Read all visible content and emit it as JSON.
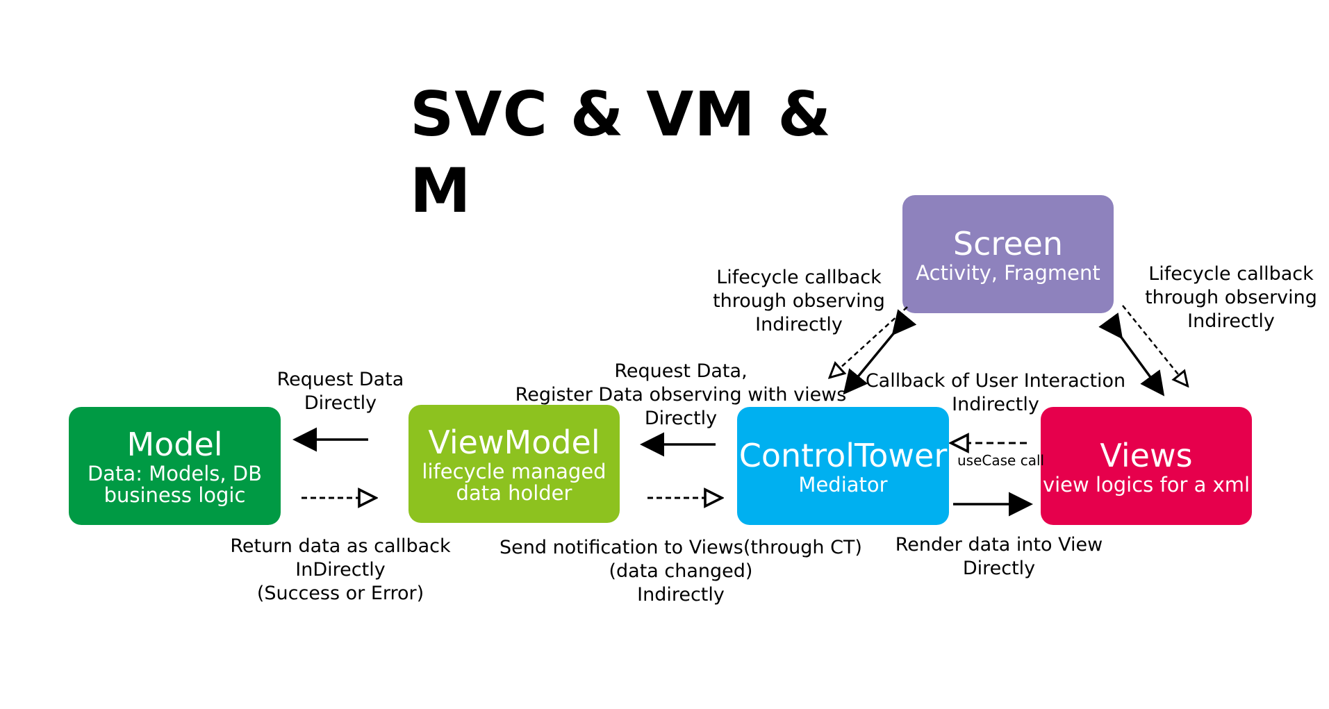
{
  "title": "SVC & VM & M",
  "colors": {
    "screen": "#8e82bd",
    "model": "#009a44",
    "viewmodel": "#8dc21f",
    "controltower": "#00b0f0",
    "views": "#e6004c"
  },
  "boxes": {
    "screen": {
      "name": "Screen",
      "desc": "Activity, Fragment"
    },
    "model": {
      "name": "Model",
      "desc": "Data: Models, DB\nbusiness logic"
    },
    "viewmodel": {
      "name": "ViewModel",
      "desc": "lifecycle managed\ndata holder"
    },
    "controltower": {
      "name": "ControlTower",
      "desc": "Mediator"
    },
    "views": {
      "name": "Views",
      "desc": "view logics for a xml"
    }
  },
  "labels": {
    "lifecycle_left": "Lifecycle callback\nthrough observing\nIndirectly",
    "lifecycle_right": "Lifecycle callback\nthrough observing\nIndirectly",
    "request_model": "Request Data\nDirectly",
    "request_viewmodel": "Request Data,\nRegister Data observing with views\nDirectly",
    "callback_user": "Callback of User Interaction\nIndirectly",
    "usecase_call": "useCase call",
    "return_data": "Return data as callback\nInDirectly\n(Success or Error)",
    "send_notification": "Send notification to Views(through CT)\n(data changed)\nIndirectly",
    "render_data": "Render data into View\nDirectly"
  }
}
